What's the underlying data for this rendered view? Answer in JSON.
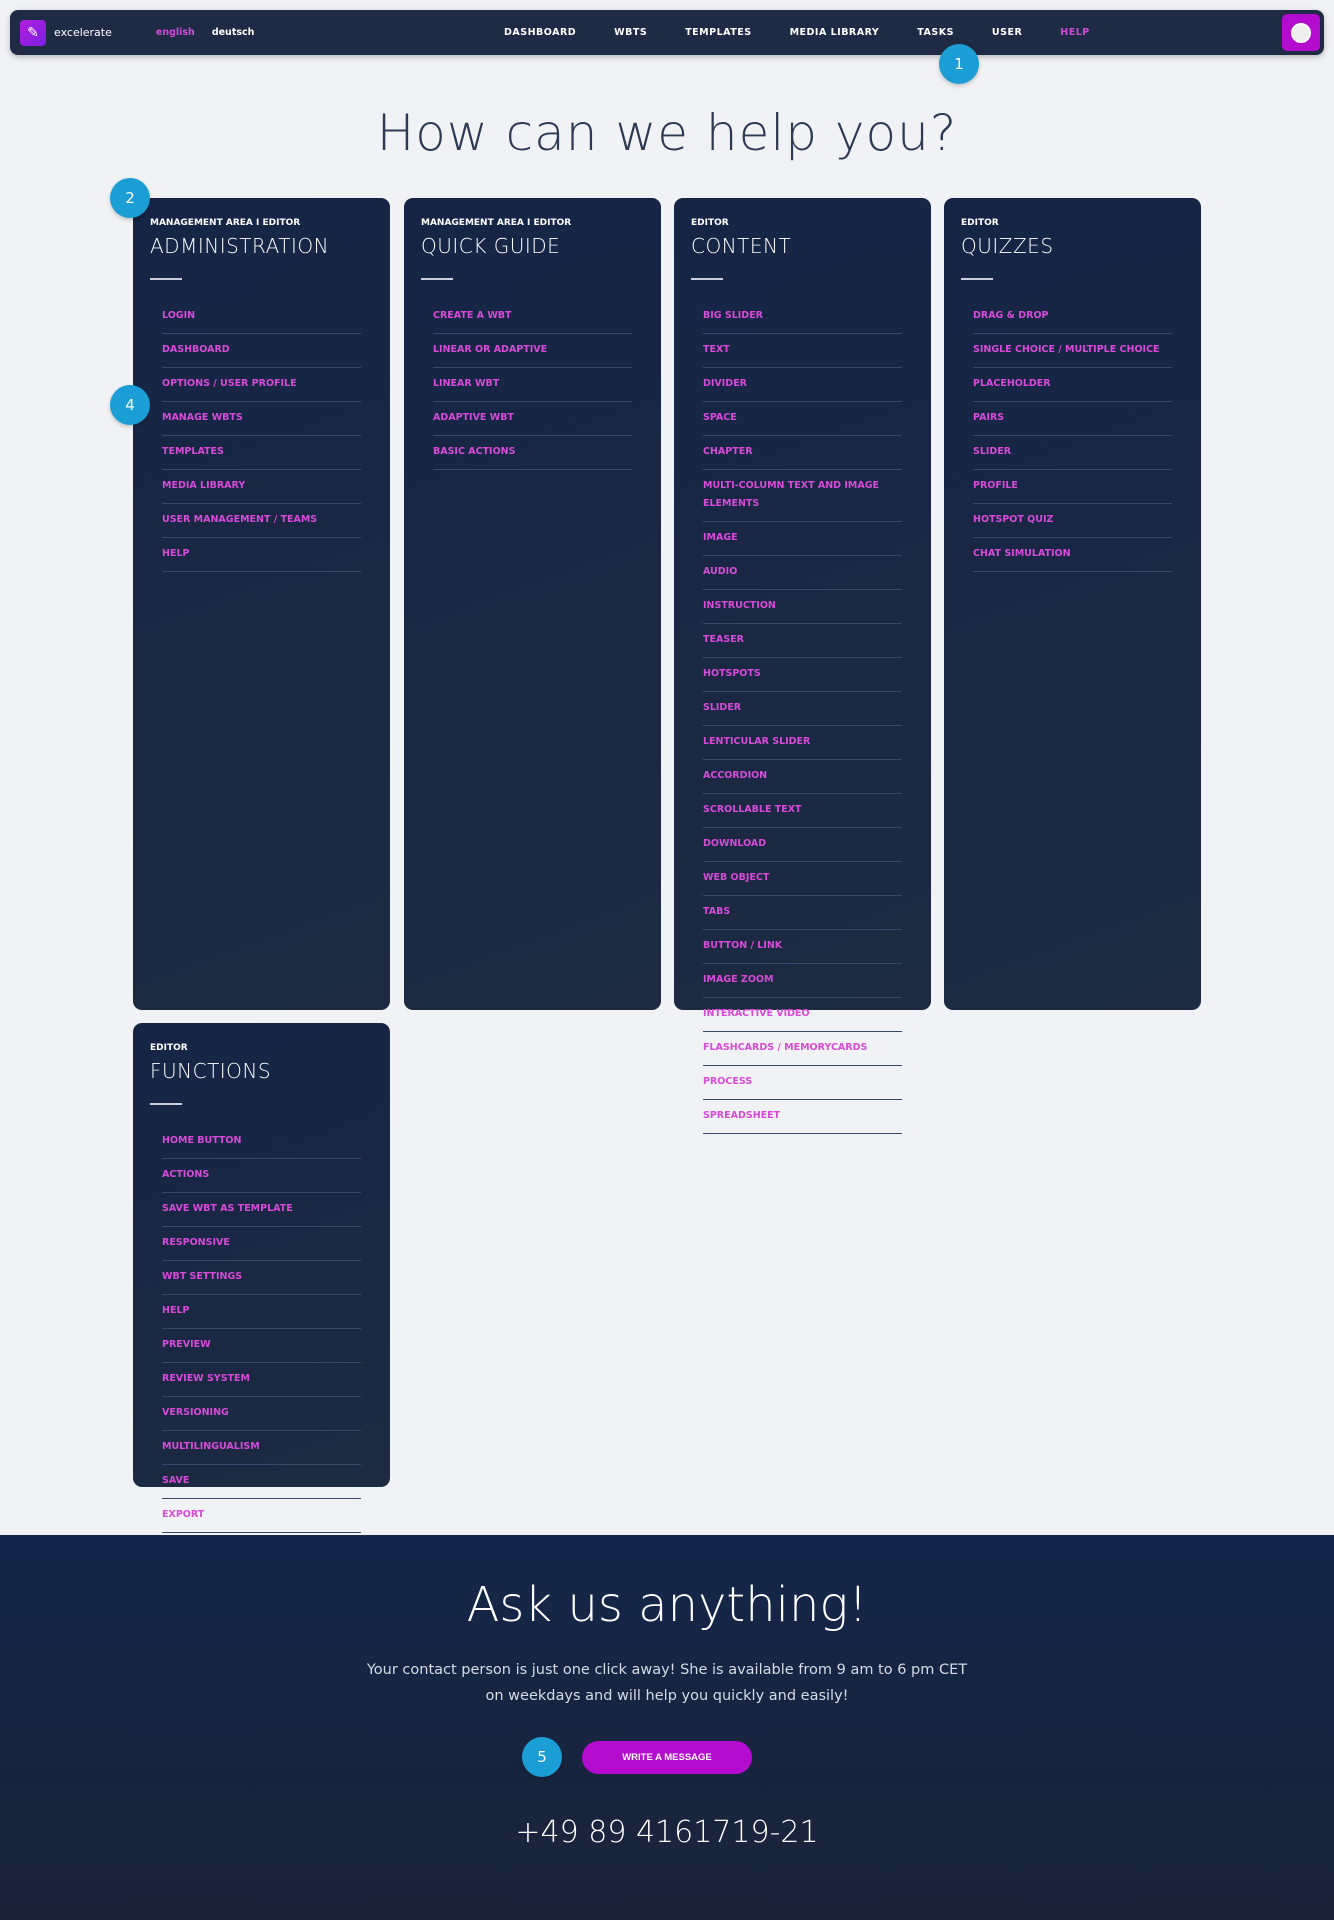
{
  "nav": {
    "brand": "excelerate",
    "languages": [
      "english",
      "deutsch"
    ],
    "items": [
      "DASHBOARD",
      "WBTS",
      "TEMPLATES",
      "MEDIA LIBRARY",
      "TASKS",
      "USER",
      "HELP"
    ]
  },
  "badges": [
    "1",
    "2",
    "4",
    "5"
  ],
  "heading": "How can we help you?",
  "cards": [
    {
      "sub": "MANAGEMENT AREA I EDITOR",
      "title": "ADMINISTRATION",
      "items": [
        "LOGIN",
        "DASHBOARD",
        "OPTIONS / USER PROFILE",
        "MANAGE WBTS",
        "TEMPLATES",
        "MEDIA LIBRARY",
        "USER MANAGEMENT / TEAMS",
        "HELP"
      ]
    },
    {
      "sub": "MANAGEMENT AREA I EDITOR",
      "title": "QUICK GUIDE",
      "items": [
        "CREATE A WBT",
        "LINEAR OR ADAPTIVE",
        "LINEAR WBT",
        "ADAPTIVE WBT",
        "BASIC ACTIONS"
      ]
    },
    {
      "sub": "EDITOR",
      "title": "CONTENT",
      "items": [
        "BIG SLIDER",
        "TEXT",
        "DIVIDER",
        "SPACE",
        "CHAPTER",
        "MULTI-COLUMN TEXT AND IMAGE ELEMENTS",
        "IMAGE",
        "AUDIO",
        "INSTRUCTION",
        "TEASER",
        "HOTSPOTS",
        "SLIDER",
        "LENTICULAR SLIDER",
        "ACCORDION",
        "SCROLLABLE TEXT",
        "DOWNLOAD",
        "WEB OBJECT",
        "TABS",
        "BUTTON / LINK",
        "IMAGE ZOOM",
        "INTERACTIVE VIDEO",
        "FLASHCARDS / MEMORYCARDS",
        "PROCESS",
        "SPREADSHEET"
      ]
    },
    {
      "sub": "EDITOR",
      "title": "QUIZZES",
      "items": [
        "DRAG & DROP",
        "SINGLE CHOICE / MULTIPLE CHOICE",
        "PLACEHOLDER",
        "PAIRS",
        "SLIDER",
        "PROFILE",
        "HOTSPOT QUIZ",
        "CHAT SIMULATION"
      ]
    },
    {
      "sub": "EDITOR",
      "title": "FUNCTIONS",
      "items": [
        "HOME BUTTON",
        "ACTIONS",
        "SAVE WBT AS TEMPLATE",
        "RESPONSIVE",
        "WBT SETTINGS",
        "HELP",
        "PREVIEW",
        "REVIEW SYSTEM",
        "VERSIONING",
        "MULTILINGUALISM",
        "SAVE",
        "EXPORT"
      ]
    }
  ],
  "footer": {
    "title": "Ask us anything!",
    "text": "Your contact person is just one click away! She is available from 9 am to 6 pm CET on weekdays and will help you quickly and easily!",
    "button": "WRITE A MESSAGE",
    "phone": "+49 89 4161719-21"
  }
}
